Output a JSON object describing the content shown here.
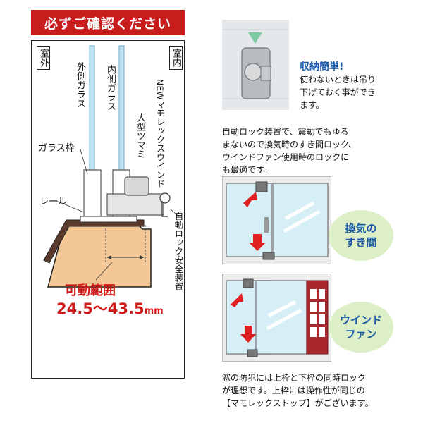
{
  "banner": "必ずご確認ください",
  "diagram": {
    "outdoor": "室外",
    "indoor": "室内",
    "outer_glass": "外側ガラス",
    "inner_glass": "内側ガラス",
    "product_name": "NEWマモレックスウインド",
    "big_knob": "大型ツマミ",
    "glass_frame": "ガラス枠",
    "rail": "レール",
    "auto_lock": "自動ロック安全装置",
    "range_title": "可動範囲",
    "range_value": "24.5～43.5",
    "range_unit": "mm"
  },
  "storage": {
    "title": "収納簡単!",
    "text": [
      "使わないときは吊り",
      "下げておく事ができ",
      "ます。"
    ]
  },
  "auto_lock_text": [
    "自動ロック装置で、震動でもゆる",
    "まないので換気時のすき間ロック、",
    "ウインドファン使用時のロックに",
    "も最適です。"
  ],
  "bubbles": {
    "ventilation": [
      "換気の",
      "すき間"
    ],
    "window_fan": [
      "ウインド",
      "ファン"
    ]
  },
  "footer_text": [
    "窓の防犯には上枠と下枠の同時ロック",
    "が理想です。上枠には操作性が同じの",
    "【マモレックストップ】がございます。"
  ],
  "colors": {
    "banner_red": "#c81d1d",
    "range_red": "#d01a1a",
    "bubble_green": "#dcefc6",
    "bubble_text": "#1a5aa8",
    "arrow_red": "#e02020",
    "fan_red": "#a8282e"
  }
}
